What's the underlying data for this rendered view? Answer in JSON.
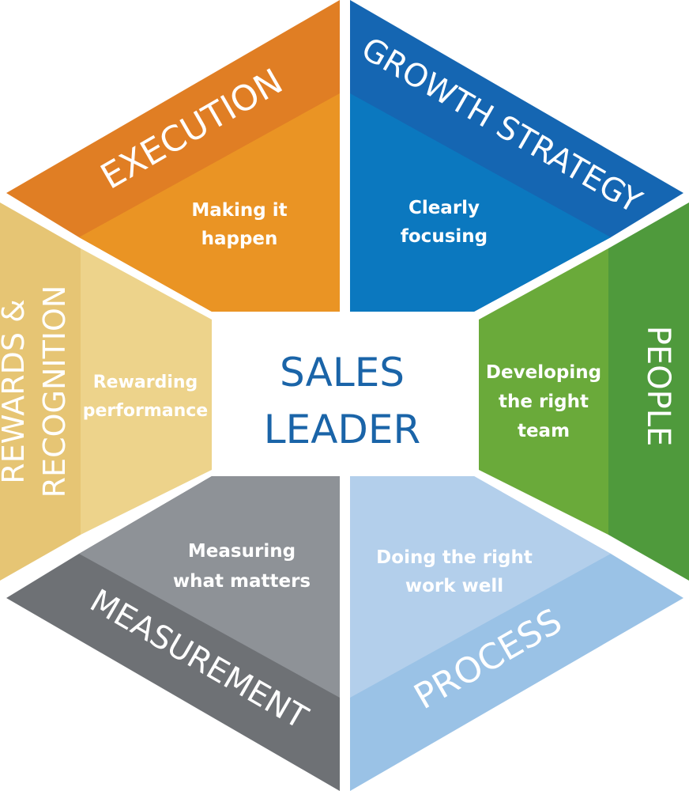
{
  "center": {
    "line1": "SALES",
    "line2": "LEADER",
    "color": "#1a64a8"
  },
  "segments": {
    "execution": {
      "title": "EXECUTION",
      "sub1": "Making it",
      "sub2": "happen",
      "color_outer": "#e07e24",
      "color_inner": "#ea9424"
    },
    "growth": {
      "title": "GROWTH STRATEGY",
      "sub1": "Clearly",
      "sub2": "focusing",
      "color_outer": "#1566b2",
      "color_inner": "#0b78bf"
    },
    "people": {
      "title": "PEOPLE",
      "sub1": "Developing",
      "sub2": "the right",
      "sub3": "team",
      "color_outer": "#4f9a3c",
      "color_inner": "#6aaa3a"
    },
    "process": {
      "title": "PROCESS",
      "sub1": "Doing the right",
      "sub2": "work well",
      "color_outer": "#9ac2e6",
      "color_inner": "#b3cfeb"
    },
    "measurement": {
      "title": "MEASUREMENT",
      "sub1": "Measuring",
      "sub2": "what matters",
      "color_outer": "#6e7175",
      "color_inner": "#8e9297"
    },
    "rewards": {
      "title1": "REWARDS &",
      "title2": "RECOGNITION",
      "sub1": "Rewarding",
      "sub2": "performance",
      "color_outer": "#e6c574",
      "color_inner": "#edd38b"
    }
  }
}
